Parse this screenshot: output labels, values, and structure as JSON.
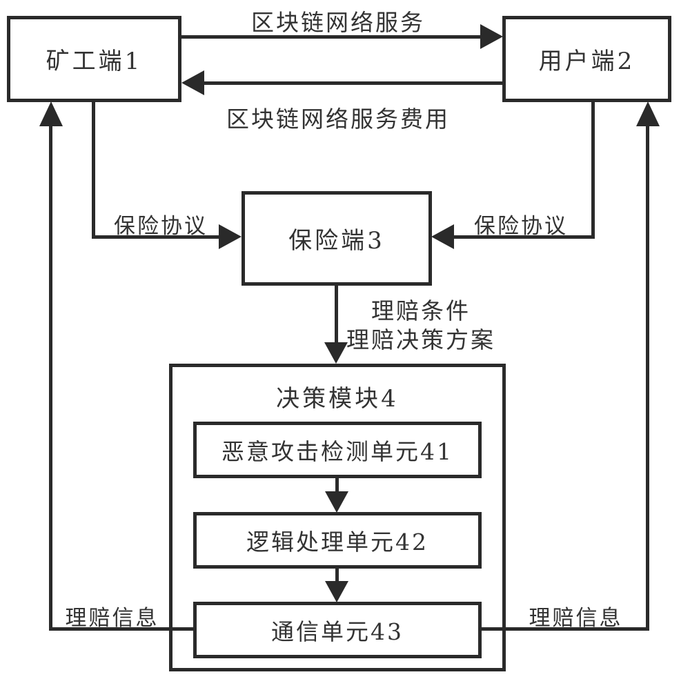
{
  "diagram": {
    "title": "blockchain-insurance-claim-system-diagram",
    "colors": {
      "line": "#2a2a2a",
      "background": "#ffffff",
      "text": "#333333"
    },
    "nodes": {
      "miner": {
        "label": "矿工端1"
      },
      "user": {
        "label": "用户端2"
      },
      "insurance": {
        "label": "保险端3"
      },
      "decision_module": {
        "label": "决策模块4"
      },
      "unit41": {
        "label": "恶意攻击检测单元41"
      },
      "unit42": {
        "label": "逻辑处理单元42"
      },
      "unit43": {
        "label": "通信单元43"
      }
    },
    "edges": {
      "service": {
        "label": "区块链网络服务",
        "from": "miner",
        "to": "user"
      },
      "service_fee": {
        "label": "区块链网络服务费用",
        "from": "user",
        "to": "miner"
      },
      "insurance_agreement_left": {
        "label": "保险协议",
        "from": "miner",
        "to": "insurance"
      },
      "insurance_agreement_right": {
        "label": "保险协议",
        "from": "user",
        "to": "insurance"
      },
      "claim_terms": {
        "label_line1": "理赔条件",
        "label_line2": "理赔决策方案",
        "from": "insurance",
        "to": "decision_module"
      },
      "unit41_to_unit42": {
        "label": ""
      },
      "unit42_to_unit43": {
        "label": ""
      },
      "claim_info_left": {
        "label": "理赔信息",
        "from": "unit43",
        "to": "miner"
      },
      "claim_info_right": {
        "label": "理赔信息",
        "from": "unit43",
        "to": "user"
      }
    }
  }
}
